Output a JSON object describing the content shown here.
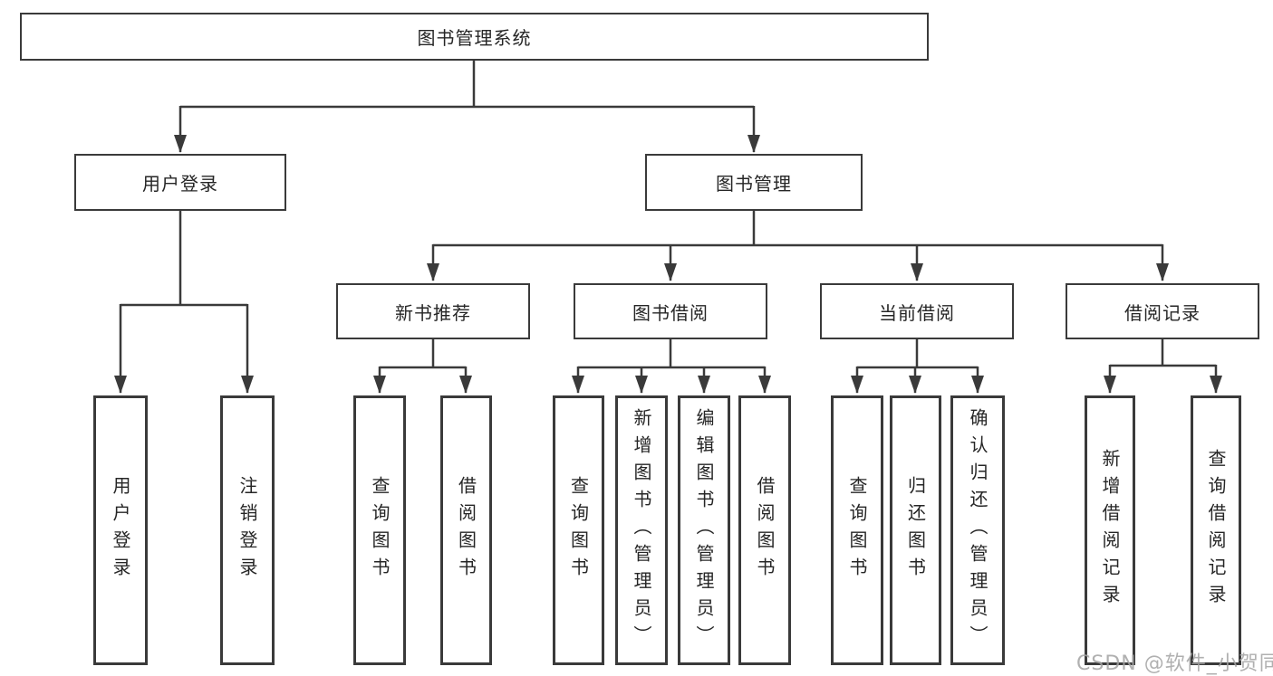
{
  "diagram": {
    "root": {
      "label": "图书管理系统"
    },
    "level2": [
      {
        "label": "用户登录"
      },
      {
        "label": "图书管理"
      }
    ],
    "level3": [
      {
        "label": "新书推荐"
      },
      {
        "label": "图书借阅"
      },
      {
        "label": "当前借阅"
      },
      {
        "label": "借阅记录"
      }
    ],
    "leaves": [
      "用户登录",
      "注销登录",
      "查询图书",
      "借阅图书",
      "查询图书",
      "新增图书（管理员）",
      "编辑图书（管理员）",
      "借阅图书",
      "查询图书",
      "归还图书",
      "确认归还（管理员）",
      "新增借阅记录",
      "查询借阅记录"
    ],
    "watermark": "CSDN @软件_小贺同学",
    "line_color": "#3a3a3a",
    "watermark_color": "#a3a3a3"
  }
}
